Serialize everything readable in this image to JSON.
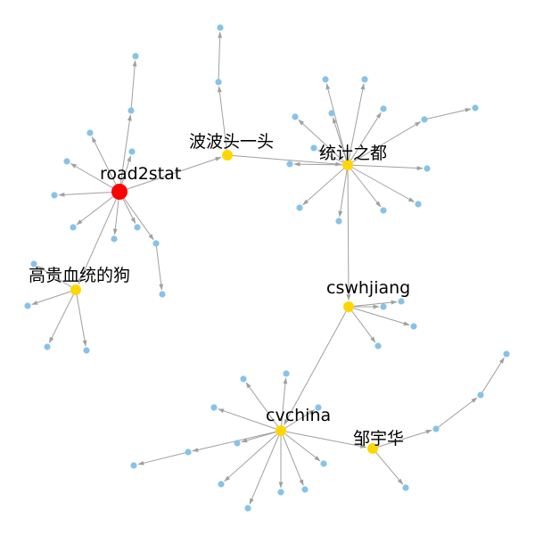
{
  "colors": {
    "background": "#ffffff",
    "edge": "#a0a0a0",
    "leaf_node": "#87c3e8",
    "hub_node": "#ffd700",
    "root_node": "#ff0000"
  },
  "hubs": [
    {
      "id": "road2stat",
      "label": "road2stat",
      "color": "#ff0000"
    },
    {
      "id": "bobo",
      "label": "波波头一头",
      "color": "#ffd700"
    },
    {
      "id": "tongji",
      "label": "统计之都",
      "color": "#ffd700"
    },
    {
      "id": "gaogui",
      "label": "高贵血统的狗",
      "color": "#ffd700"
    },
    {
      "id": "cswhjiang",
      "label": "cswhjiang",
      "color": "#ffd700"
    },
    {
      "id": "cvchina",
      "label": "cvchina",
      "color": "#ffd700"
    },
    {
      "id": "zou",
      "label": "邹宇华",
      "color": "#ffd700"
    }
  ],
  "hub_edges": [
    [
      "road2stat",
      "bobo"
    ],
    [
      "bobo",
      "tongji"
    ],
    [
      "road2stat",
      "gaogui"
    ],
    [
      "tongji",
      "cswhjiang"
    ],
    [
      "cswhjiang",
      "cvchina"
    ],
    [
      "cvchina",
      "zou"
    ]
  ],
  "leaf_counts": {
    "road2stat": 10,
    "bobo": 2,
    "tongji": 14,
    "gaogui": 4,
    "cswhjiang": 4,
    "cvchina": 15,
    "zou": 3
  }
}
